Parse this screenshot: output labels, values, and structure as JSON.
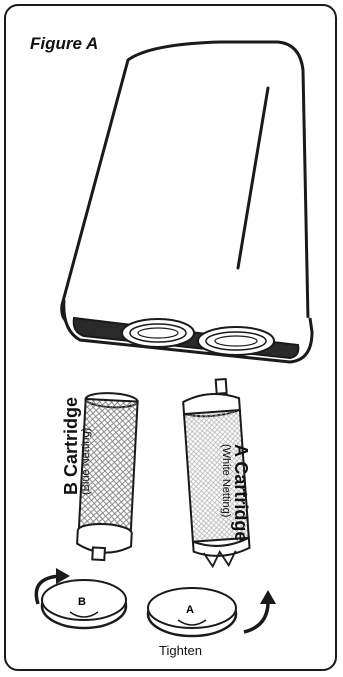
{
  "figure": {
    "title": "Figure A"
  },
  "cartridges": {
    "b": {
      "name": "B Cartridge",
      "netting": "(Blue Netting)",
      "cap_letter": "B"
    },
    "a": {
      "name": "A Cartridge",
      "netting": "(White Netting)",
      "cap_letter": "A"
    }
  },
  "caption": "Tighten",
  "colors": {
    "outline": "#1a1a1a",
    "netting": "#888888",
    "background": "#ffffff"
  }
}
